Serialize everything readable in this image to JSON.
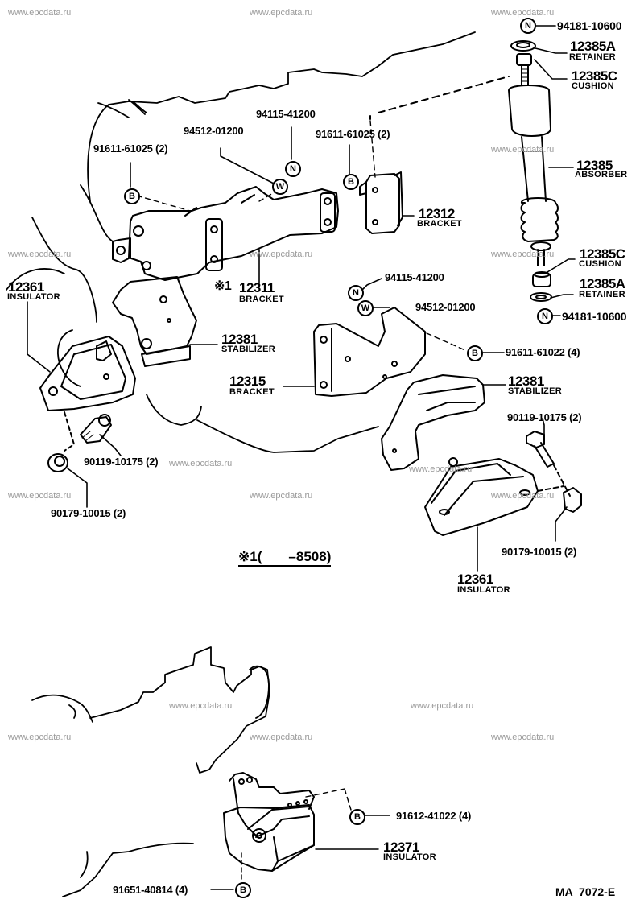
{
  "watermark": "www.epcdata.ru",
  "diagram_code": "MA  7072-E",
  "footnote": "※1(       –8508)",
  "symbols": {
    "bolt": "B",
    "nut": "N",
    "washer": "W"
  },
  "callouts": {
    "top_nut_shock": "94181-10600",
    "retainer_top": {
      "number": "12385A",
      "name": "RETAINER"
    },
    "cushion_top": {
      "number": "12385C",
      "name": "CUSHION"
    },
    "absorber": {
      "number": "12385",
      "name": "ABSORBER"
    },
    "cushion_bottom": {
      "number": "12385C",
      "name": "CUSHION"
    },
    "retainer_bottom": {
      "number": "12385A",
      "name": "RETAINER"
    },
    "bottom_nut_shock": "94181-10600",
    "nut_bracket_top": "94115-41200",
    "washer_bracket_top": "94512-01200",
    "bolt_left_bracket": "91611-61025 (2)",
    "bolt_right_bracket": "91611-61025 (2)",
    "bracket_12312": {
      "number": "12312",
      "name": "BRACKET"
    },
    "bracket_12311": {
      "mark": "※1",
      "number": "12311",
      "name": "BRACKET"
    },
    "insulator_left": {
      "number": "12361",
      "name": "INSULATOR"
    },
    "stabilizer_left": {
      "number": "12381",
      "name": "STABILIZER"
    },
    "nut_mid": "94115-41200",
    "washer_mid": "94512-01200",
    "bolt_mid": "91611-61022 (4)",
    "bracket_12315": {
      "number": "12315",
      "name": "BRACKET"
    },
    "stabilizer_right": {
      "number": "12381",
      "name": "STABILIZER"
    },
    "bolt_right_insulator": "90119-10175 (2)",
    "nut_right_insulator": "90179-10015 (2)",
    "insulator_right": {
      "number": "12361",
      "name": "INSULATOR"
    },
    "bolt_left_insulator": "90119-10175 (2)",
    "nut_left_insulator": "90179-10015 (2)",
    "bolt_rear_top": "91612-41022 (4)",
    "insulator_rear": {
      "number": "12371",
      "name": "INSULATOR"
    },
    "bolt_rear_bottom": "91651-40814 (4)"
  }
}
